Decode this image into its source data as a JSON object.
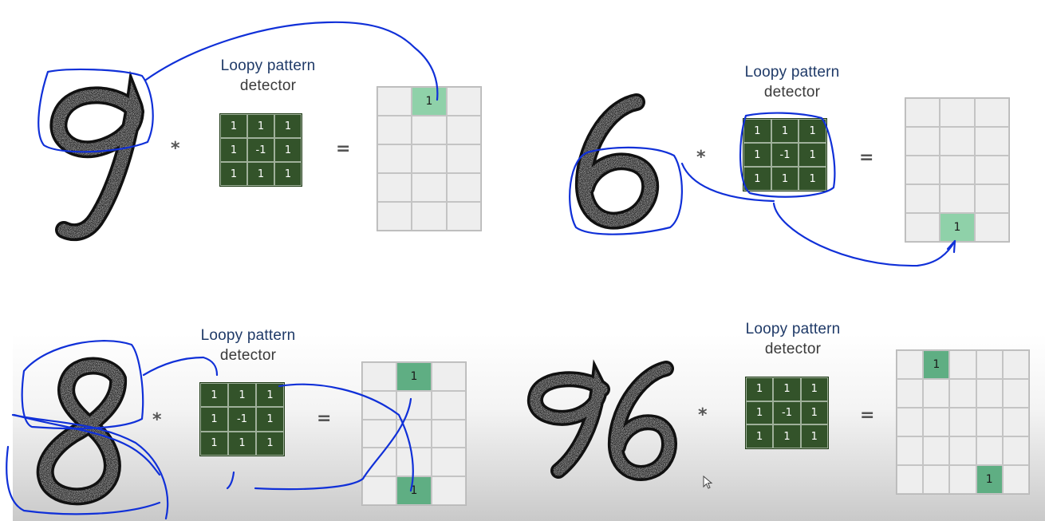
{
  "colors": {
    "title_blue": "#1f3a68",
    "kernel_green": "#33532a",
    "hit_green": "#8fd1a9",
    "ink_blue": "#1030d8"
  },
  "panels": [
    {
      "id": "nine",
      "digit_text": "9",
      "title_line1": "Loopy pattern",
      "title_line2": "detector",
      "operator": "*",
      "equals": "=",
      "kernel": [
        [
          "1",
          "1",
          "1"
        ],
        [
          "1",
          "-1",
          "1"
        ],
        [
          "1",
          "1",
          "1"
        ]
      ],
      "output": {
        "rows": 5,
        "cols": 3,
        "hits": [
          {
            "row": 0,
            "col": 1,
            "value": "1"
          }
        ]
      }
    },
    {
      "id": "six",
      "digit_text": "6",
      "title_line1": "Loopy pattern",
      "title_line2": "detector",
      "operator": "*",
      "equals": "=",
      "kernel": [
        [
          "1",
          "1",
          "1"
        ],
        [
          "1",
          "-1",
          "1"
        ],
        [
          "1",
          "1",
          "1"
        ]
      ],
      "output": {
        "rows": 5,
        "cols": 3,
        "hits": [
          {
            "row": 4,
            "col": 1,
            "value": "1"
          }
        ]
      }
    },
    {
      "id": "eight",
      "digit_text": "8",
      "title_line1": "Loopy pattern",
      "title_line2": "detector",
      "operator": "*",
      "equals": "=",
      "kernel": [
        [
          "1",
          "1",
          "1"
        ],
        [
          "1",
          "-1",
          "1"
        ],
        [
          "1",
          "1",
          "1"
        ]
      ],
      "output": {
        "rows": 5,
        "cols": 3,
        "hits": [
          {
            "row": 0,
            "col": 1,
            "value": "1"
          },
          {
            "row": 4,
            "col": 1,
            "value": "1"
          }
        ]
      }
    },
    {
      "id": "ninety-six",
      "digit_text": "96",
      "title_line1": "Loopy pattern",
      "title_line2": "detector",
      "operator": "*",
      "equals": "=",
      "kernel": [
        [
          "1",
          "1",
          "1"
        ],
        [
          "1",
          "-1",
          "1"
        ],
        [
          "1",
          "1",
          "1"
        ]
      ],
      "output": {
        "rows": 5,
        "cols": 5,
        "hits": [
          {
            "row": 0,
            "col": 1,
            "value": "1"
          },
          {
            "row": 4,
            "col": 3,
            "value": "1"
          }
        ]
      }
    }
  ]
}
